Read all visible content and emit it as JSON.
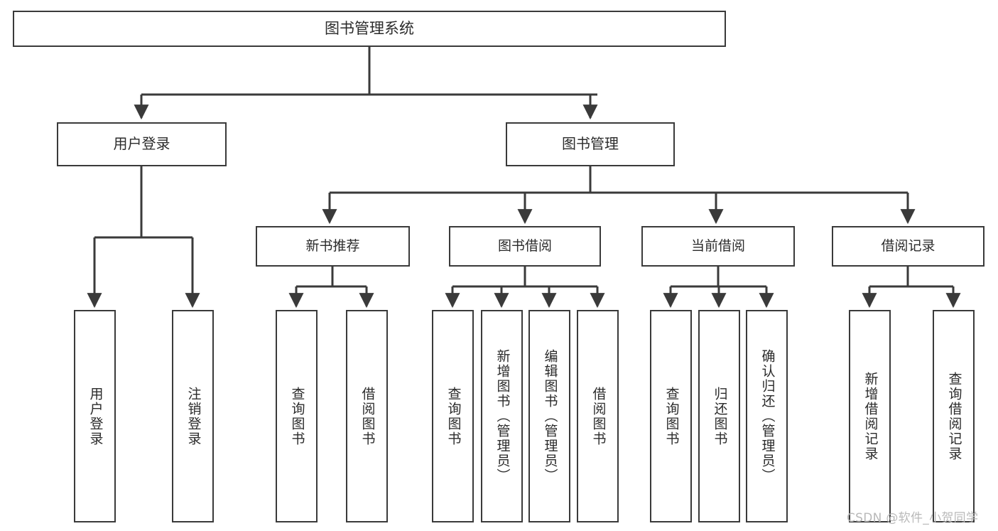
{
  "diagram": {
    "title": "图书管理系统",
    "type": "function-structure-tree",
    "root": {
      "id": "root",
      "label": "图书管理系统"
    },
    "level2": [
      {
        "id": "user-login",
        "label": "用户登录"
      },
      {
        "id": "book-manage",
        "label": "图书管理"
      }
    ],
    "level3": [
      {
        "id": "new-book-rec",
        "label": "新书推荐",
        "parent": "book-manage"
      },
      {
        "id": "book-borrow",
        "label": "图书借阅",
        "parent": "book-manage"
      },
      {
        "id": "current-borrow",
        "label": "当前借阅",
        "parent": "book-manage"
      },
      {
        "id": "borrow-record",
        "label": "借阅记录",
        "parent": "book-manage"
      }
    ],
    "leaves": [
      {
        "id": "leaf-user-login",
        "label": "用户登录",
        "parent": "user-login"
      },
      {
        "id": "leaf-user-logout",
        "label": "注销登录",
        "parent": "user-login"
      },
      {
        "id": "leaf-query-book-1",
        "label": "查询图书",
        "parent": "new-book-rec"
      },
      {
        "id": "leaf-borrow-book-1",
        "label": "借阅图书",
        "parent": "new-book-rec"
      },
      {
        "id": "leaf-query-book-2",
        "label": "查询图书",
        "parent": "book-borrow"
      },
      {
        "id": "leaf-add-book",
        "label": "新增图书（管理员）",
        "parent": "book-borrow"
      },
      {
        "id": "leaf-edit-book",
        "label": "编辑图书（管理员）",
        "parent": "book-borrow"
      },
      {
        "id": "leaf-borrow-book-2",
        "label": "借阅图书",
        "parent": "book-borrow"
      },
      {
        "id": "leaf-query-book-3",
        "label": "查询图书",
        "parent": "current-borrow"
      },
      {
        "id": "leaf-return-book",
        "label": "归还图书",
        "parent": "current-borrow"
      },
      {
        "id": "leaf-confirm-return",
        "label": "确认归还（管理员）",
        "parent": "current-borrow"
      },
      {
        "id": "leaf-add-record",
        "label": "新增借阅记录",
        "parent": "borrow-record"
      },
      {
        "id": "leaf-query-record",
        "label": "查询借阅记录",
        "parent": "borrow-record"
      }
    ]
  },
  "watermark": {
    "text": "CSDN @软件_小贺同学"
  },
  "colors": {
    "stroke": "#3a3a3a",
    "background": "#ffffff",
    "text": "#2b2b2b",
    "watermark": "#b9b9b9"
  }
}
